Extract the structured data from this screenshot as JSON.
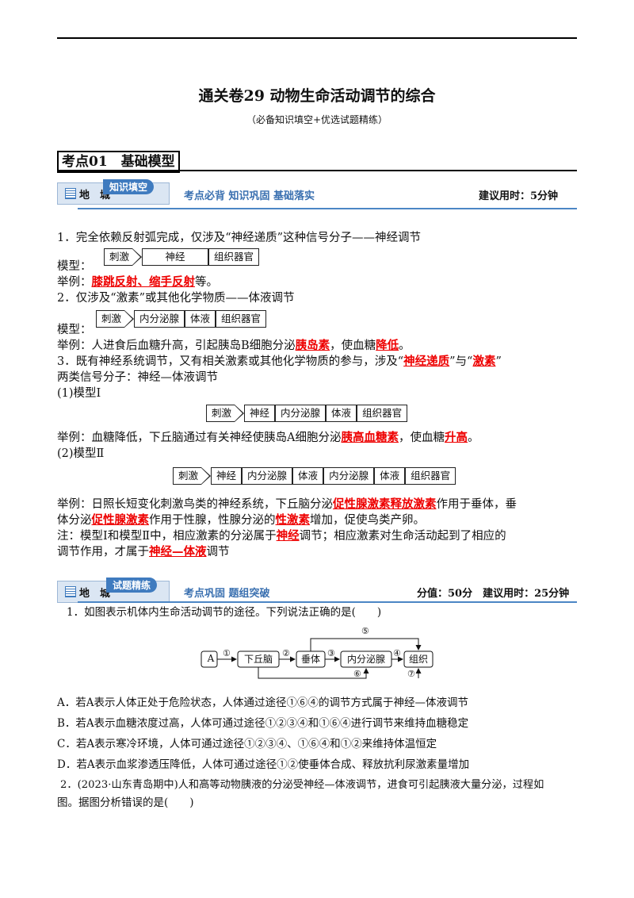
{
  "title": "通关卷29 动物生命活动调节的综合",
  "subtitle": "（必备知识填空+优选试题精练）",
  "section_heading": "考点01　基础模型",
  "banner1": {
    "place": "地　城",
    "ribbon": "知识填空",
    "mid": "考点必背  知识巩固  基础落实",
    "right": "建议用时：5分钟"
  },
  "banner2": {
    "place": "地　城",
    "ribbon": "试题精练",
    "mid": "考点巩固  题组突破",
    "right": "分值：50分　建议用时：25分钟"
  },
  "item1": {
    "text": "1．完全依赖反射弧完成，仅涉及“神经递质”这种信号分子——神经调节",
    "model_label": "模型：",
    "flow": [
      "刺激",
      "神经",
      "组织器官"
    ],
    "ex_prefix": "举例：",
    "ex_answer": "膝跳反射、缩手反射",
    "ex_suffix": "等。"
  },
  "item2": {
    "text": "2．仅涉及“激素”或其他化学物质——体液调节",
    "model_label": "模型：",
    "flow": [
      "刺激",
      "内分泌腺",
      "体液",
      "组织器官"
    ],
    "ex_a": "举例：人进食后血糖升高，引起胰岛B细胞分泌",
    "ans_a": "胰岛素",
    "ex_b": "，使血糖",
    "ans_b": "降低",
    "ex_c": "。"
  },
  "item3": {
    "text_a": "3．既有神经系统调节，又有相关激素或其他化学物质的参与，涉及“",
    "ans_a": "神经递质",
    "text_b": "”与“",
    "ans_b": "激素",
    "text_c": "”",
    "line2": "两类信号分子：神经—体液调节",
    "model1_label": "(1)模型Ⅰ",
    "flow1": [
      "刺激",
      "神经",
      "内分泌腺",
      "体液",
      "组织器官"
    ],
    "ex1_a": "举例：血糖降低，下丘脑通过有关神经使胰岛A细胞分泌",
    "ex1_ans_a": "胰高血糖素",
    "ex1_b": "，使血糖",
    "ex1_ans_b": "升高",
    "ex1_c": "。",
    "model2_label": "(2)模型Ⅱ",
    "flow2": [
      "刺激",
      "神经",
      "内分泌腺",
      "体液",
      "内分泌腺",
      "体液",
      "组织器官"
    ],
    "ex2_a": "举例：日照长短变化刺激鸟类的神经系统，下丘脑分泌",
    "ex2_ans_a": "促性腺激素释放激素",
    "ex2_b": "作用于垂体，垂",
    "ex2_c": "体分泌",
    "ex2_ans_b": "促性腺激素",
    "ex2_d": "作用于性腺，性腺分泌的",
    "ex2_ans_c": "性激素",
    "ex2_e": "增加，促使鸟类产卵。",
    "note_a": "注：模型Ⅰ和模型Ⅱ中，相应激素的分泌属于",
    "note_ans_a": "神经",
    "note_b": "调节；相应激素对生命活动起到了相应的",
    "note_c": "调节作用，才属于",
    "note_ans_b": "神经—体液",
    "note_d": "调节"
  },
  "q1": {
    "stem": "1．如图表示机体内生命活动调节的途径。下列说法正确的是(　　)",
    "diagram": {
      "nodes": [
        "A",
        "下丘脑",
        "垂体",
        "内分泌腺",
        "组织"
      ],
      "labels": [
        "①",
        "②",
        "③",
        "④",
        "⑤",
        "⑥",
        "⑦"
      ]
    },
    "options": [
      "A．若A表示人体正处于危险状态，人体通过途径①⑥④的调节方式属于神经—体液调节",
      "B．若A表示血糖浓度过高，人体可通过途径①②③④和①⑥④进行调节来维持血糖稳定",
      "C．若A表示寒冷环境，人体可通过途径①②③④、①⑥④和①②来维持体温恒定",
      "D．若A表示血浆渗透压降低，人体可通过途径①②使垂体合成、释放抗利尿激素量增加"
    ]
  },
  "q2": {
    "line1": "2．(2023·山东青岛期中)人和高等动物胰液的分泌受神经—体液调节，进食可引起胰液大量分泌，过程如",
    "line2": "图。据图分析错误的是(　　)"
  }
}
